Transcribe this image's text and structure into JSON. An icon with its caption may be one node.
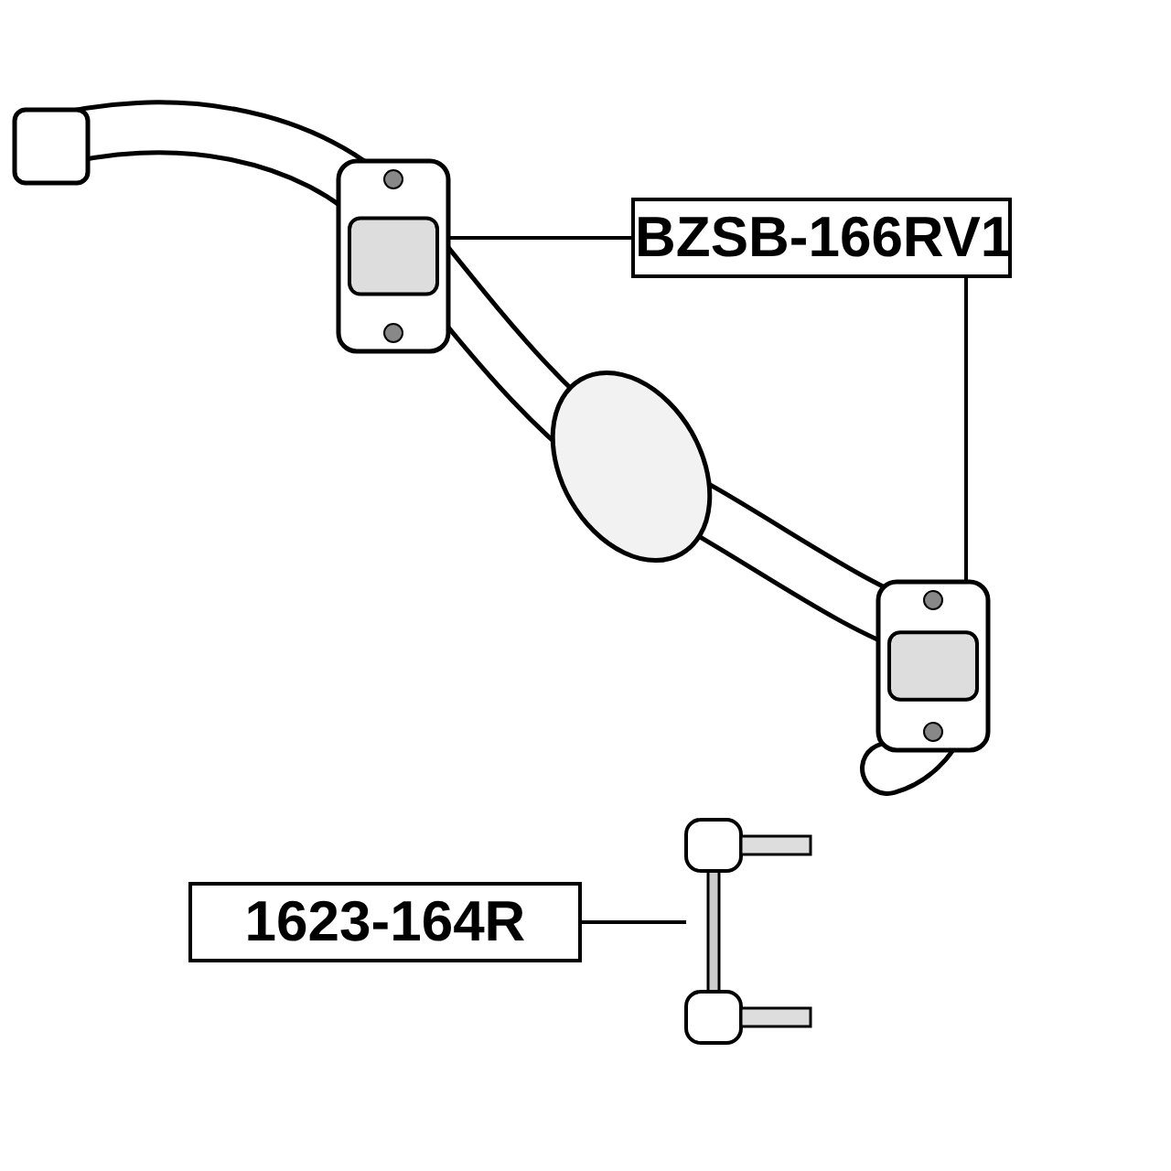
{
  "diagram": {
    "nodes": [
      {
        "text": [
          "BZSB-166RV1"
        ]
      },
      {
        "text": [],
        "shape": "picture"
      },
      {
        "text": [],
        "shape": "picture"
      },
      {
        "text": [
          "1623-164R"
        ]
      },
      {
        "text": [],
        "shape": "picture"
      }
    ],
    "edges": [
      {
        "from": 0,
        "to": 1,
        "arrow": "none"
      },
      {
        "from": 0,
        "to": 2,
        "arrow": "none"
      },
      {
        "from": 3,
        "to": 4,
        "arrow": "none"
      }
    ]
  }
}
